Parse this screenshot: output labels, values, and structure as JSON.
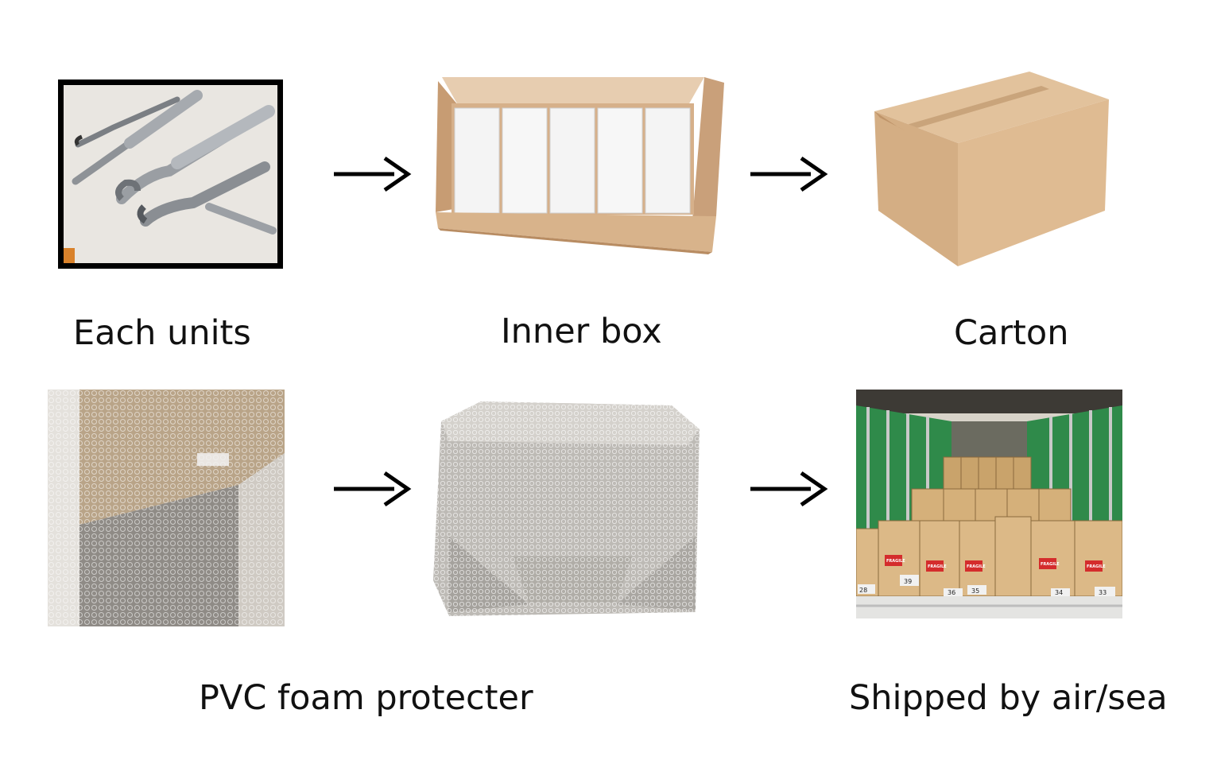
{
  "steps": [
    {
      "label": "Each units"
    },
    {
      "label": "Inner box"
    },
    {
      "label": "Carton"
    },
    {
      "label": "PVC foam protecter"
    },
    {
      "label": "Shipped by air/sea"
    }
  ],
  "shipment": {
    "fragile_text": "FRAGILE",
    "box_numbers": [
      "28",
      "39",
      "36",
      "35",
      "34",
      "33"
    ]
  },
  "colors": {
    "arrow": "#000000",
    "cardboard": "#d9b48a",
    "truck_green": "#2f8a4a"
  },
  "icons": [
    "right-arrow-icon"
  ]
}
